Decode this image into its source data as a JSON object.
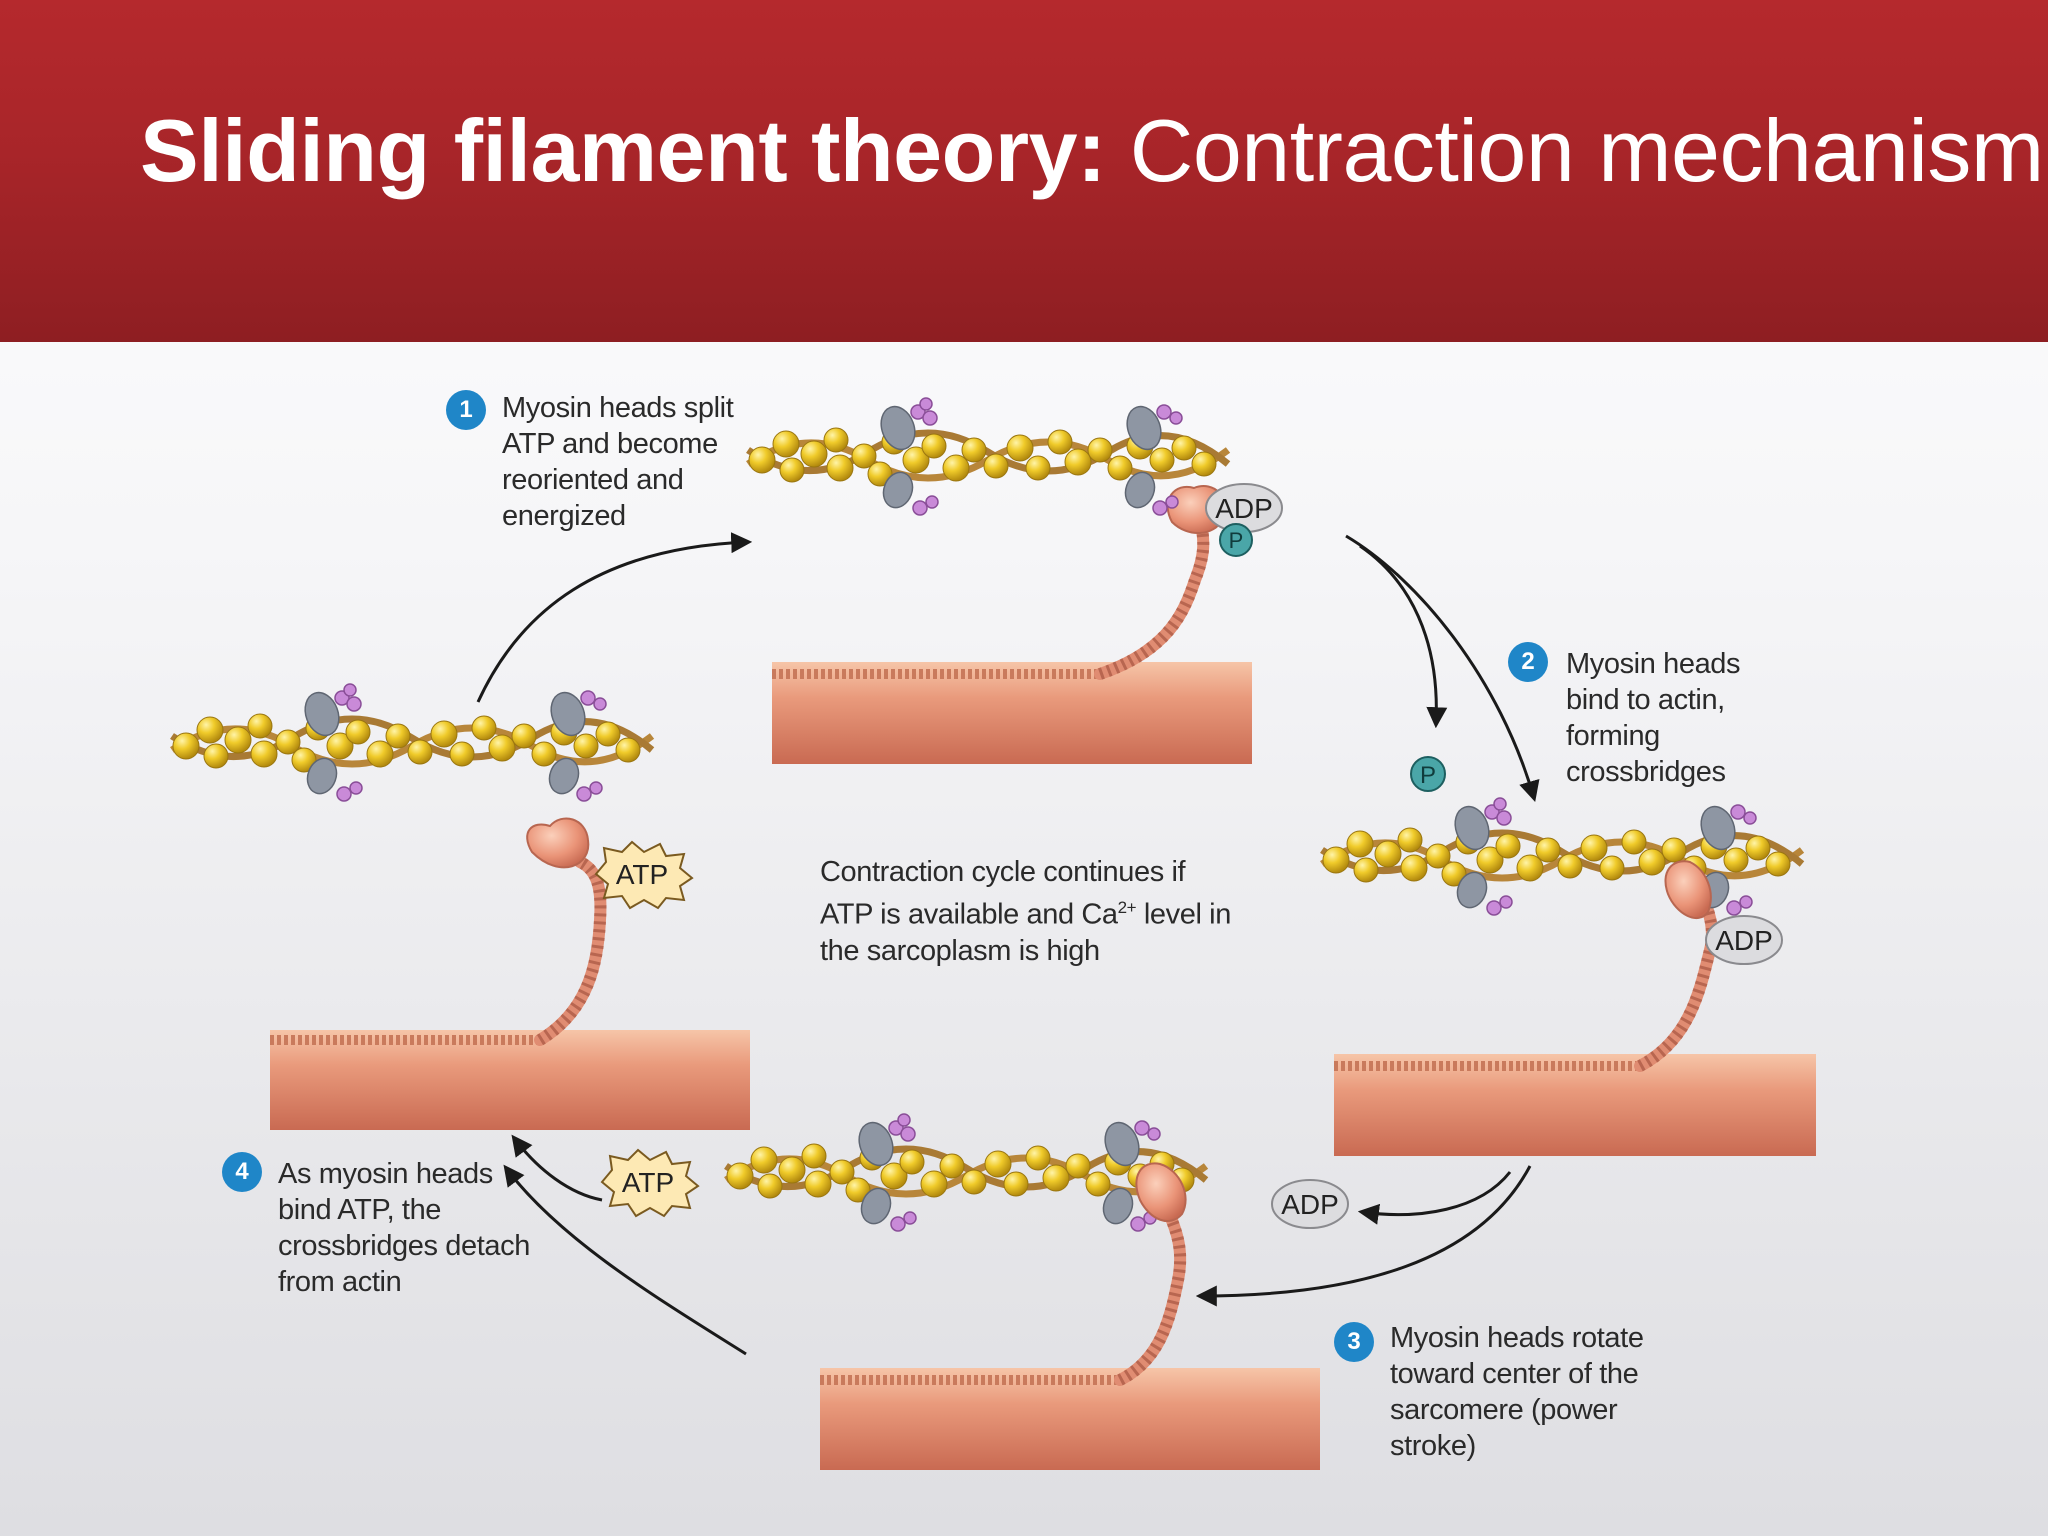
{
  "title": {
    "bold": "Sliding filament theory:",
    "rest": " Contraction mechanism"
  },
  "steps": [
    {
      "number": "1",
      "text": "Myosin heads split\nATP and become\nreoriented and\nenergized"
    },
    {
      "number": "2",
      "text": "Myosin heads\nbind to actin,\nforming\ncrossbridges"
    },
    {
      "number": "3",
      "text": "Myosin heads rotate\ntoward center of the\nsarcomere (power\nstroke)"
    },
    {
      "number": "4",
      "text": "As myosin heads\nbind ATP, the\ncrossbridges detach\nfrom actin"
    }
  ],
  "center_note": {
    "line1": "Contraction cycle continues if",
    "line2_pre": "ATP is available and Ca",
    "sup": "2+",
    "line2_post": " level in",
    "line3": "the sarcoplasm is high"
  },
  "molecules": {
    "adp": "ADP",
    "p": "P",
    "atp": "ATP"
  },
  "colors": {
    "header": "#a82529",
    "step_badge": "#1f86c8",
    "actin_bead": "#e8c21c",
    "myosin": "#e7917a",
    "strand": "#b8863a"
  }
}
